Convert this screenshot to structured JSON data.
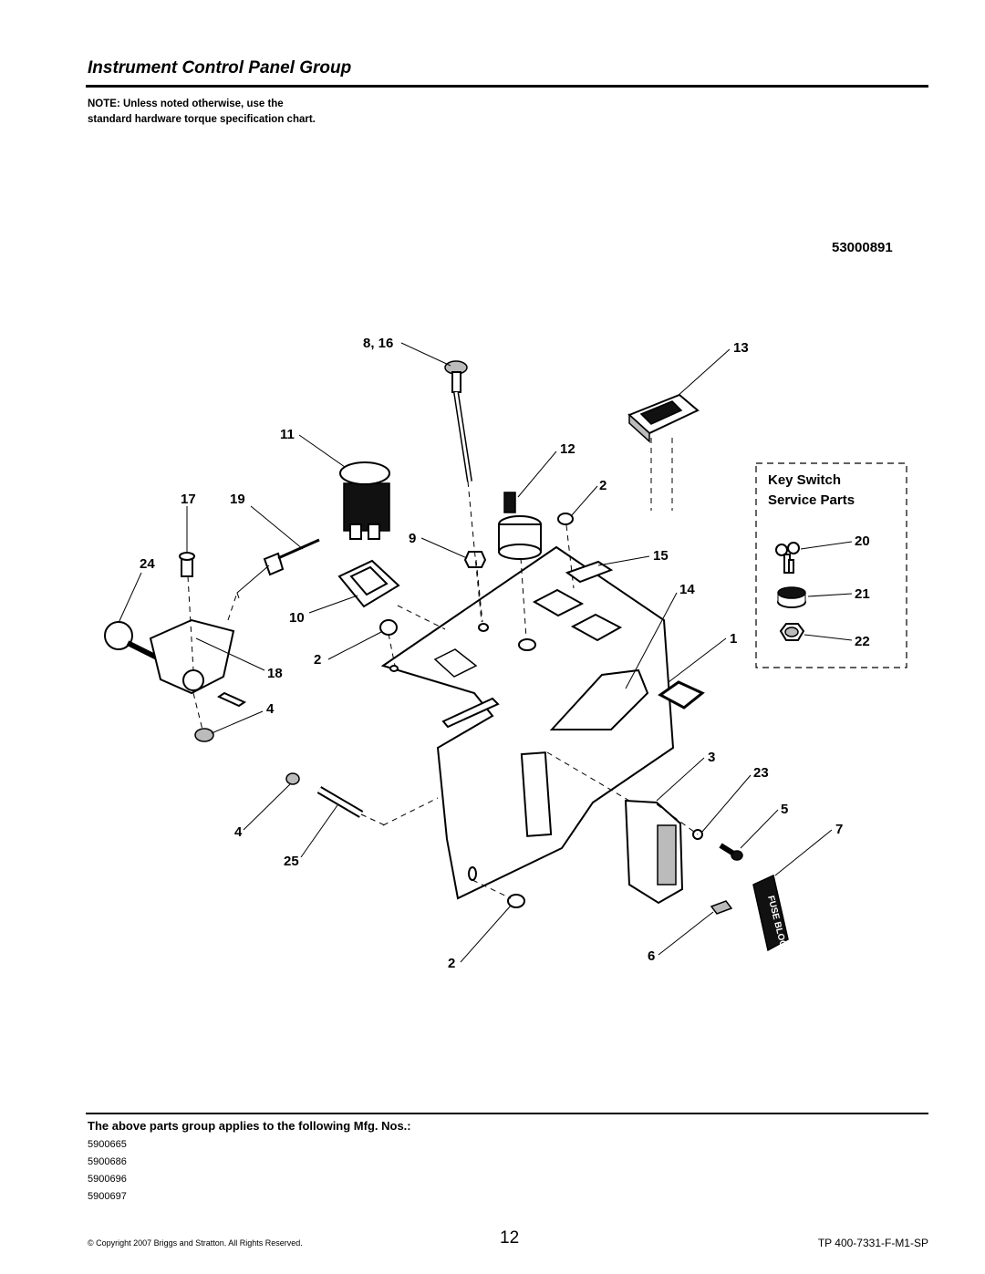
{
  "header": {
    "title": "Instrument Control Panel Group"
  },
  "note": "NOTE: Unless noted otherwise, use the standard hardware torque specification chart.",
  "diagram": {
    "ref_number": "53000891",
    "key_switch_box": {
      "title_line1": "Key Switch",
      "title_line2": "Service Parts"
    },
    "callouts": {
      "c8_16": "8, 16",
      "c13": "13",
      "c11": "11",
      "c12": "12",
      "c17": "17",
      "c19": "19",
      "c2a": "2",
      "c24": "24",
      "c9": "9",
      "c15": "15",
      "c14": "14",
      "c10": "10",
      "c1": "1",
      "c2b": "2",
      "c18": "18",
      "c4a": "4",
      "c3": "3",
      "c23": "23",
      "c5": "5",
      "c4b": "4",
      "c7": "7",
      "c25": "25",
      "c2c": "2",
      "c6": "6",
      "c20": "20",
      "c21": "21",
      "c22": "22"
    },
    "fuse_block_text": "FUSE BLOCK"
  },
  "applies": {
    "heading": "The above parts group applies to the following Mfg. Nos.:",
    "mfg_numbers": [
      "5900665",
      "5900686",
      "5900696",
      "5900697"
    ]
  },
  "footer": {
    "copyright": "© Copyright  2007 Briggs and Stratton. All Rights Reserved.",
    "page_number": "12",
    "doc_id": "TP 400-7331-F-M1-SP"
  }
}
